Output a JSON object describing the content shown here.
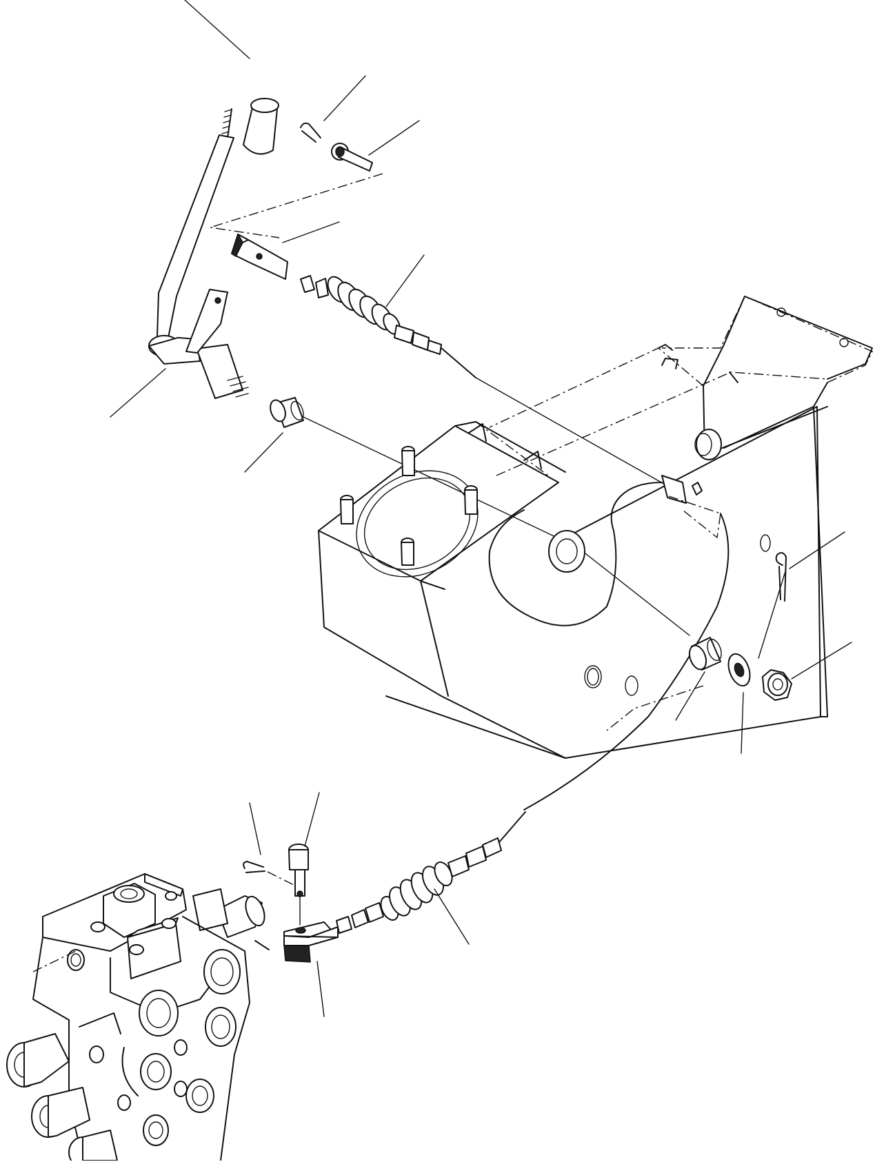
{
  "diagram": {
    "type": "exploded-parts-view",
    "parts": [
      {
        "id": "knob"
      },
      {
        "id": "split-pin-upper"
      },
      {
        "id": "clevis-pin-upper"
      },
      {
        "id": "yoke-upper"
      },
      {
        "id": "control-cable"
      },
      {
        "id": "lever"
      },
      {
        "id": "bushing-left"
      },
      {
        "id": "bracket-housing"
      },
      {
        "id": "split-pin-right"
      },
      {
        "id": "bushing-right"
      },
      {
        "id": "washer"
      },
      {
        "id": "nut"
      },
      {
        "id": "split-pin-lower"
      },
      {
        "id": "clevis-pin-lower"
      },
      {
        "id": "yoke-lower"
      },
      {
        "id": "control-valve"
      }
    ]
  }
}
